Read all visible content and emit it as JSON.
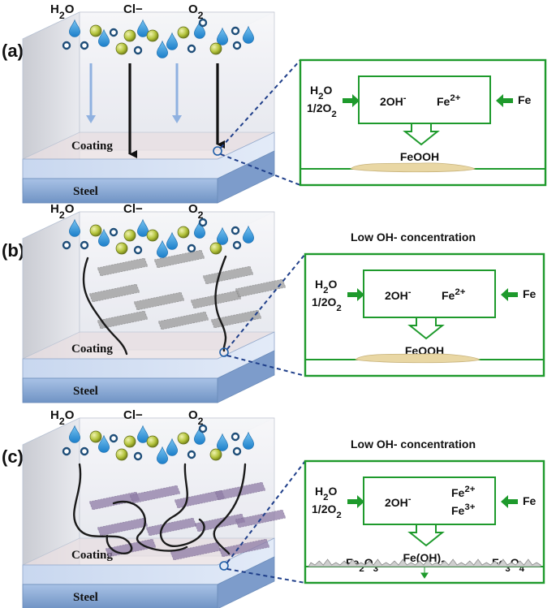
{
  "colors": {
    "green": "#1e9a2c",
    "water": "#2a8fd6",
    "chloride": "#a9b62e",
    "oxygen": "#1f4e79",
    "steel": "#8fb0d8",
    "coating": "#dcdfea",
    "rust": "#e9d7a4",
    "crack": "#1a1a1a",
    "arrow_light": "#8fb1e0",
    "dashed": "#1f3f8a"
  },
  "panels": [
    {
      "id": "a",
      "label": "(a)",
      "top": {
        "h2o": "H2O",
        "cl": "Cl−",
        "o2": "O2"
      },
      "layers": {
        "coating": "Coating",
        "steel": "Steel"
      },
      "detail": {
        "title": "",
        "left_1": "H2O",
        "left_2": "1/2O2",
        "center_1": "2OH-",
        "center_2": "Fe2+",
        "center_3": "",
        "right": "Fe",
        "product": "FeOOH",
        "side_left": "",
        "side_right": ""
      }
    },
    {
      "id": "b",
      "label": "(b)",
      "top": {
        "h2o": "H2O",
        "cl": "Cl−",
        "o2": "O2"
      },
      "layers": {
        "coating": "Coating",
        "steel": "Steel"
      },
      "detail": {
        "title": "Low OH-  concentration",
        "left_1": "H2O",
        "left_2": "1/2O2",
        "center_1": "2OH-",
        "center_2": "Fe2+",
        "center_3": "",
        "right": "Fe",
        "product": "FeOOH",
        "side_left": "",
        "side_right": ""
      }
    },
    {
      "id": "c",
      "label": "(c)",
      "top": {
        "h2o": "H2O",
        "cl": "Cl−",
        "o2": "O2"
      },
      "layers": {
        "coating": "Coating",
        "steel": "Steel"
      },
      "detail": {
        "title": "Low OH-  concentration",
        "left_1": "H2O",
        "left_2": "1/2O2",
        "center_1": "2OH-",
        "center_2": "Fe2+",
        "center_3": "Fe3+",
        "right": "Fe",
        "product": "Fe(OH)2",
        "side_left": "Fe2O3",
        "side_right": "Fe3O4"
      }
    }
  ]
}
